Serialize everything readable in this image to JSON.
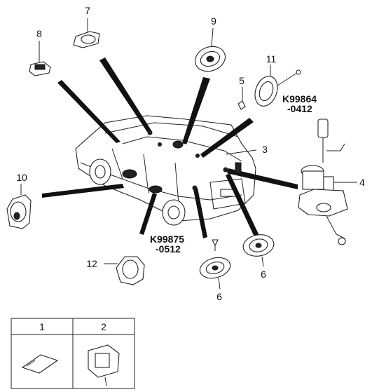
{
  "callouts": {
    "c1": "1",
    "c2": "2",
    "c3": "3",
    "c4": "4",
    "c5": "5",
    "c6a": "6",
    "c6b": "6",
    "c7": "7",
    "c8": "8",
    "c9": "9",
    "c10": "10",
    "c11": "11",
    "c12": "12"
  },
  "part_numbers": {
    "pn_top_line1": "K99864",
    "pn_top_line2": "-0412",
    "pn_bottom_line1": "K99875",
    "pn_bottom_line2": "-0512"
  },
  "legend_table": {
    "headers": [
      "1",
      "2"
    ]
  },
  "colors": {
    "line": "#222222",
    "background": "#ffffff"
  }
}
